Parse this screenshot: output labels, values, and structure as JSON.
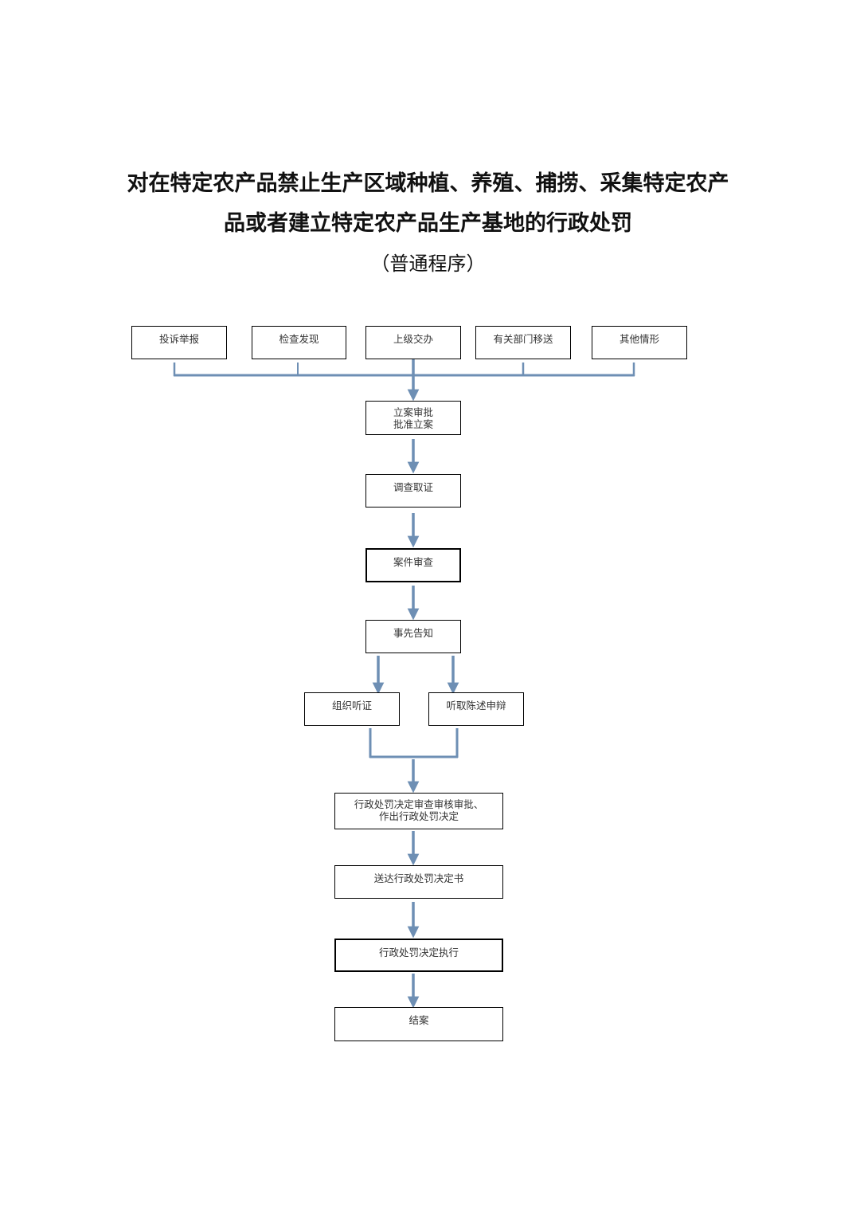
{
  "title": {
    "line1": "对在特定农产品禁止生产区域种植、养殖、捕捞、采集特定农产",
    "line2": "品或者建立特定农产品生产基地的行政处罚",
    "subtitle": "（普通程序）"
  },
  "flow": {
    "sources": [
      {
        "label": "投诉举报"
      },
      {
        "label": "检查发现"
      },
      {
        "label": "上级交办"
      },
      {
        "label": "有关部门移送"
      },
      {
        "label": "其他情形"
      }
    ],
    "steps": {
      "filing": {
        "line1": "立案审批",
        "line2": "批准立案"
      },
      "investigation": {
        "label": "调查取证"
      },
      "review": {
        "label": "案件审查"
      },
      "notice": {
        "label": "事先告知"
      },
      "hearing": {
        "label": "组织听证"
      },
      "statement": {
        "label": "听取陈述申辩"
      },
      "decision": {
        "line1": "行政处罚决定审查审核审批、",
        "line2": "作出行政处罚决定"
      },
      "delivery": {
        "label": "送达行政处罚决定书"
      },
      "execution": {
        "label": "行政处罚决定执行"
      },
      "closing": {
        "label": "结案"
      }
    },
    "connector_color": "#6e8fb4"
  }
}
